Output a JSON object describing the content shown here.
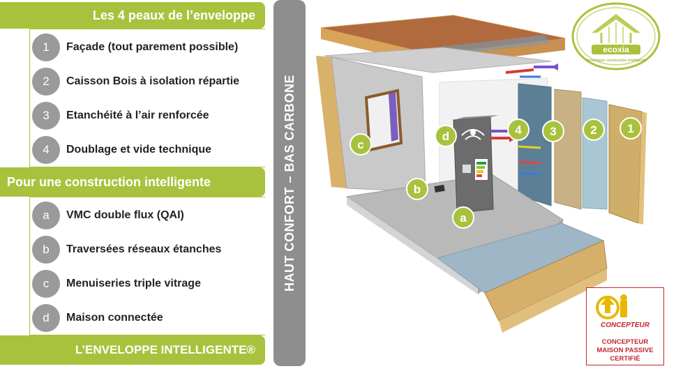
{
  "envelope": {
    "title": "Les 4 peaux de l’enveloppe",
    "items": [
      {
        "num": "1",
        "label": "Façade (tout parement possible)"
      },
      {
        "num": "2",
        "label": "Caisson Bois à isolation répartie"
      },
      {
        "num": "3",
        "label": "Etanchéité à l’air renforcée"
      },
      {
        "num": "4",
        "label": "Doublage et vide technique"
      }
    ]
  },
  "smart": {
    "title": "Pour une construction intelligente",
    "items": [
      {
        "num": "a",
        "label": "VMC double flux (QAI)"
      },
      {
        "num": "b",
        "label": "Traversées réseaux étanches"
      },
      {
        "num": "c",
        "label": "Menuiseries triple vitrage"
      },
      {
        "num": "d",
        "label": "Maison connectée"
      }
    ]
  },
  "footer": "L’ENVELOPPE INTELLIGENTE®",
  "vertical_banner": "HAUT CONFORT – BAS CARBONE",
  "diagram_markers": [
    "1",
    "2",
    "3",
    "4",
    "a",
    "b",
    "c",
    "d"
  ],
  "logo": {
    "name": "ecoxia",
    "tagline": "l’enveloppe constructive intelligente",
    "icon": "house-leaf-icon"
  },
  "certification": {
    "brand": "CONCEPTEUR",
    "lines": [
      "CONCEPTEUR",
      "MAISON PASSIVE",
      "CERTIFIÉ"
    ],
    "icon": "passive-house-seal-icon"
  },
  "colors": {
    "accent": "#a9c23d",
    "grey": "#8e8e8e",
    "cert_red": "#c0282d"
  }
}
